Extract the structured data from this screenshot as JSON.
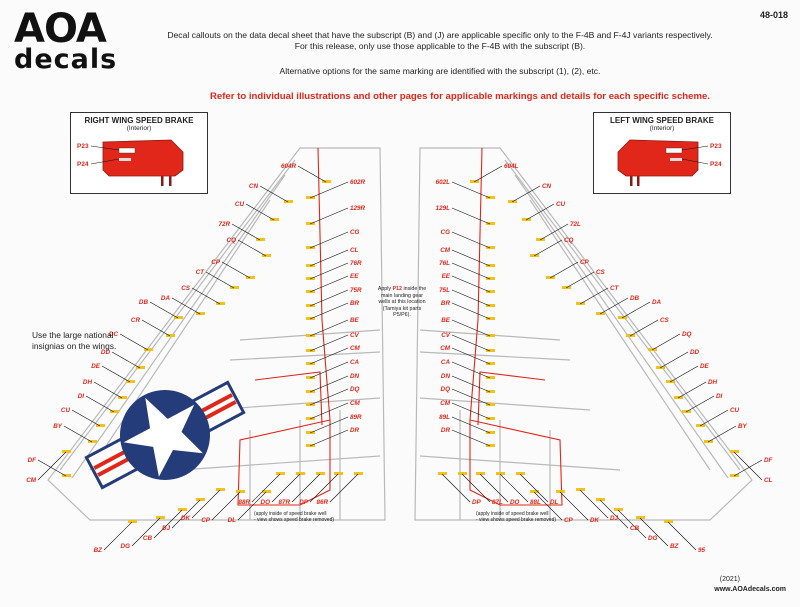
{
  "sheet_number": "48-018",
  "logo": {
    "top": "AOA",
    "bottom": "decals"
  },
  "header": {
    "line1": "Decal callouts on the data decal sheet that have the subscript (B) and (J) are applicable specific only to the F-4B and F-4J variants respectively.",
    "line2": "For this release, only use those applicable to the F-4B with the subscript (B).",
    "line3": "Alternative options for the same marking are identified with the subscript (1), (2), etc."
  },
  "red_note": "Refer to individual illustrations and other pages for applicable markings and details for each specific scheme.",
  "right_brake": {
    "title": "RIGHT WING SPEED BRAKE",
    "sub": "(Interior)",
    "labels": [
      "P23",
      "P24"
    ]
  },
  "left_brake": {
    "title": "LEFT WING SPEED BRAKE",
    "sub": "(Interior)",
    "labels": [
      "P23",
      "P24"
    ]
  },
  "national_note": {
    "line1": "Use the large national",
    "line2": "insignias on the wings."
  },
  "gear_note": {
    "l1": "Apply ",
    "p12": "P12",
    "l1b": " inside the",
    "l2": "main landing gear",
    "l3": "wells at this location",
    "l4": "(Tamiya kit parts",
    "l5": "P5/P6)."
  },
  "apply_note": {
    "l1": "(apply inside of speed brake well",
    "l2": "- view shows speed brake removed)"
  },
  "left_wing": {
    "labels": [
      "604R",
      "602R",
      "CN",
      "129R",
      "CU",
      "72R",
      "CG",
      "CQ",
      "CL",
      "CP",
      "76R",
      "EE",
      "CT",
      "75R",
      "CS",
      "BR",
      "DB",
      "DA",
      "BE",
      "CR",
      "CV",
      "DC",
      "CM",
      "DD",
      "CA",
      "DE",
      "DN",
      "DH",
      "DQ",
      "DI",
      "CM",
      "CU",
      "89R",
      "BY",
      "DR",
      "DF",
      "CM",
      "BZ",
      "DG",
      "CB",
      "DJ",
      "DK",
      "CP",
      "DL",
      "88R",
      "DO",
      "87R",
      "DP",
      "86R"
    ]
  },
  "right_wing": {
    "labels": [
      "604L",
      "602L",
      "CN",
      "129L",
      "CU",
      "72L",
      "CG",
      "CQ",
      "CM",
      "CP",
      "76L",
      "EE",
      "CS",
      "75L",
      "CT",
      "BR",
      "DA",
      "DB",
      "BE",
      "CS",
      "CV",
      "DQ",
      "CM",
      "DD",
      "CA",
      "DE",
      "DN",
      "DH",
      "DQ",
      "DI",
      "CM",
      "CU",
      "89L",
      "BY",
      "DR",
      "DF",
      "CL",
      "95",
      "BZ",
      "DG",
      "CB",
      "DJ",
      "DK",
      "CP",
      "DL",
      "88L",
      "DO",
      "87L",
      "DP",
      "86L"
    ]
  },
  "year": "(2021)",
  "site": "www.AOAdecals.com",
  "colors": {
    "red": "#e0271a",
    "blue": "#243c7a",
    "yellow": "#f2c21b",
    "grey": "#b9b9b9"
  }
}
